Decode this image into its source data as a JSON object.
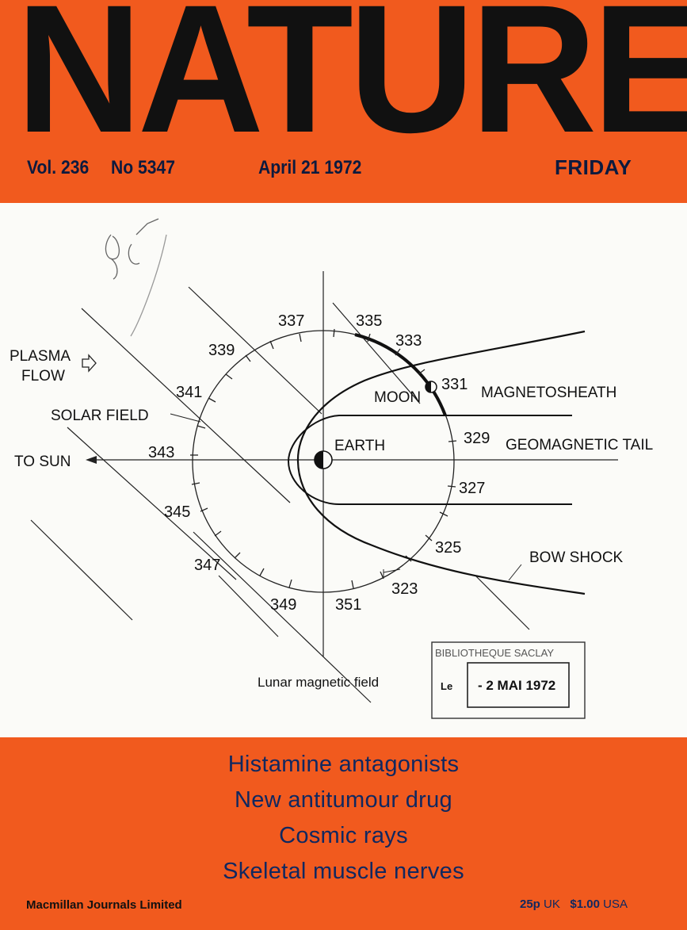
{
  "masthead": {
    "title": "NATURE"
  },
  "issue": {
    "volume": "Vol. 236",
    "number": "No 5347",
    "date": "April 21 1972",
    "day": "FRIDAY"
  },
  "figure": {
    "caption": "Lunar magnetic field",
    "handwriting": "B8",
    "labels": {
      "plasma_flow_1": "PLASMA",
      "plasma_flow_2": "FLOW",
      "solar_field": "SOLAR FIELD",
      "to_sun": "TO SUN",
      "earth": "EARTH",
      "moon": "MOON",
      "magnetosheath": "MAGNETOSHEATH",
      "geomagnetic_tail": "GEOMAGNETIC TAIL",
      "bow_shock": "BOW SHOCK"
    },
    "orbit_day_labels": [
      "337",
      "335",
      "333",
      "331",
      "339",
      "341",
      "343",
      "345",
      "347",
      "349",
      "351",
      "323",
      "325",
      "327",
      "329"
    ],
    "stamp": {
      "library": "BIBLIOTHEQUE SACLAY",
      "prefix": "Le",
      "date": "- 2 MAI 1972"
    }
  },
  "headlines": [
    "Histamine antagonists",
    "New antitumour drug",
    "Cosmic rays",
    "Skeletal muscle nerves"
  ],
  "footer": {
    "publisher": "Macmillan Journals Limited",
    "price_uk_value": "25p",
    "price_uk_unit": "UK",
    "price_usa_value": "$1.00",
    "price_usa_unit": "USA"
  },
  "colors": {
    "cover_orange": "#f15a1e",
    "title_black": "#111111",
    "headline_blue": "#102860",
    "panel_white": "#fbfbf8"
  }
}
